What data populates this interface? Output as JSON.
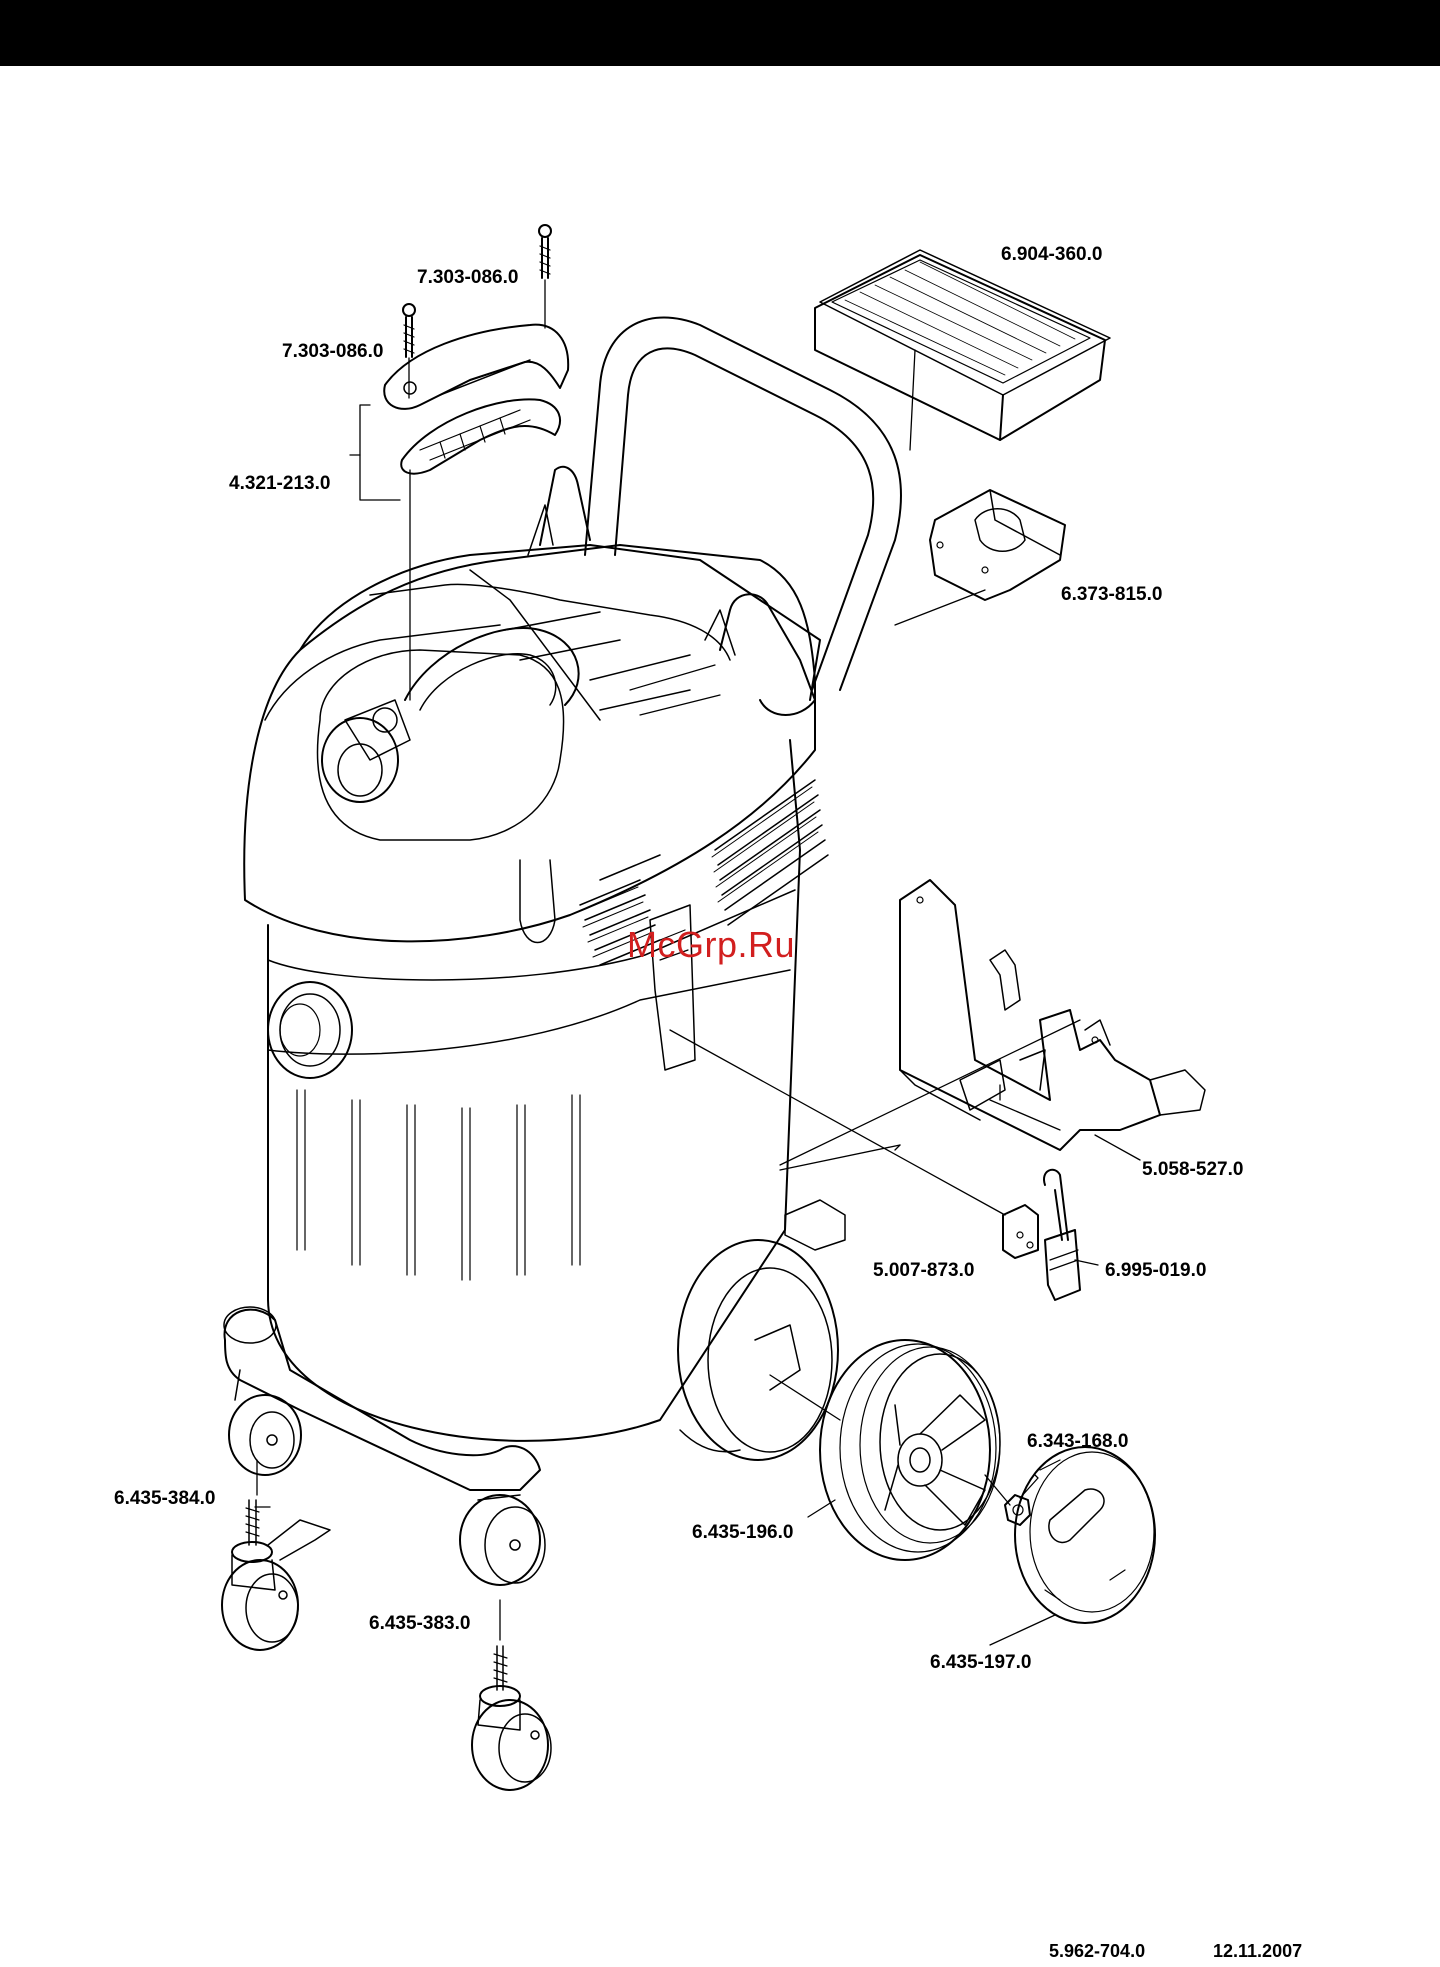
{
  "colors": {
    "header_bar": "#000000",
    "watermark": "#d21f1f",
    "line": "#000000"
  },
  "watermark": "McGrp.Ru",
  "parts": {
    "screw_upper": "7.303-086.0",
    "screw_lower": "7.303-086.0",
    "handle": "4.321-213.0",
    "filter": "6.904-360.0",
    "filter_holder": "6.373-815.0",
    "accessory_bracket": "5.058-527.0",
    "latch_block": "5.007-873.0",
    "latch_clip": "6.995-019.0",
    "caster_brake": "6.435-384.0",
    "caster": "6.435-383.0",
    "wheel": "6.435-196.0",
    "clamp_washer": "6.343-168.0",
    "hub_cap": "6.435-197.0"
  },
  "footer": {
    "doc_number": "5.962-704.0",
    "date": "12.11.2007"
  }
}
